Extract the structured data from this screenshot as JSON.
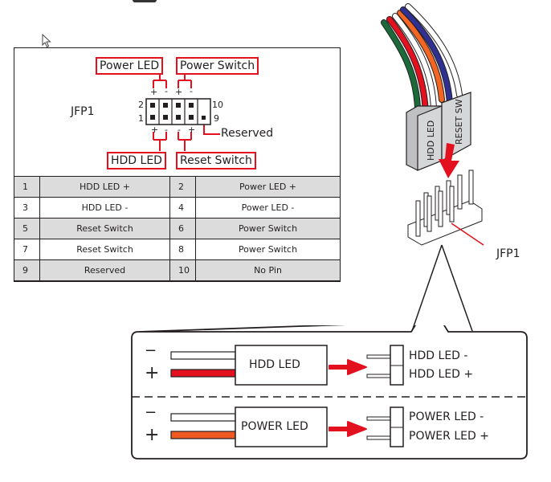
{
  "header_diagram": {
    "connector_name": "JFP1",
    "labels": {
      "power_led": "Power LED",
      "power_switch": "Power Switch",
      "hdd_led": "HDD LED",
      "reset_switch": "Reset Switch",
      "reserved": "Reserved"
    },
    "pin_numbers": {
      "top_left": "2",
      "bottom_left": "1",
      "top_right": "10",
      "bottom_right": "9"
    },
    "polarity_top": [
      "+",
      "-",
      "+",
      "-"
    ],
    "polarity_bottom": [
      "+",
      "-",
      "-",
      "+"
    ]
  },
  "pin_table": {
    "rows": [
      {
        "pin_a": "1",
        "name_a": "HDD LED +",
        "pin_b": "2",
        "name_b": "Power LED +"
      },
      {
        "pin_a": "3",
        "name_a": "HDD LED -",
        "pin_b": "4",
        "name_b": "Power LED -"
      },
      {
        "pin_a": "5",
        "name_a": "Reset Switch",
        "pin_b": "6",
        "name_b": "Power Switch"
      },
      {
        "pin_a": "7",
        "name_a": "Reset Switch",
        "pin_b": "8",
        "name_b": "Power Switch"
      },
      {
        "pin_a": "9",
        "name_a": "Reserved",
        "pin_b": "10",
        "name_b": "No Pin"
      }
    ]
  },
  "illustration": {
    "plug_labels": [
      "HDD LED",
      "RESET SW"
    ],
    "header_label": "JFP1",
    "wire_colors": [
      "#1b6b3a",
      "#e3101f",
      "#ffffff",
      "#f26522",
      "#2e3192",
      "#ffffff"
    ]
  },
  "detail": {
    "hdd": {
      "minus": "−",
      "plus": "+",
      "plug_label": "HDD LED",
      "pin_minus": "HDD LED -",
      "pin_plus": "HDD LED +",
      "wire_color": "#e3101f"
    },
    "power": {
      "minus": "−",
      "plus": "+",
      "plug_label": "POWER LED",
      "pin_minus": "POWER LED -",
      "pin_plus": "POWER LED +",
      "wire_color": "#f05a22"
    }
  },
  "colors": {
    "accent_red": "#e3101f",
    "table_shade": "#dcdcdc",
    "outline": "#231f20"
  }
}
